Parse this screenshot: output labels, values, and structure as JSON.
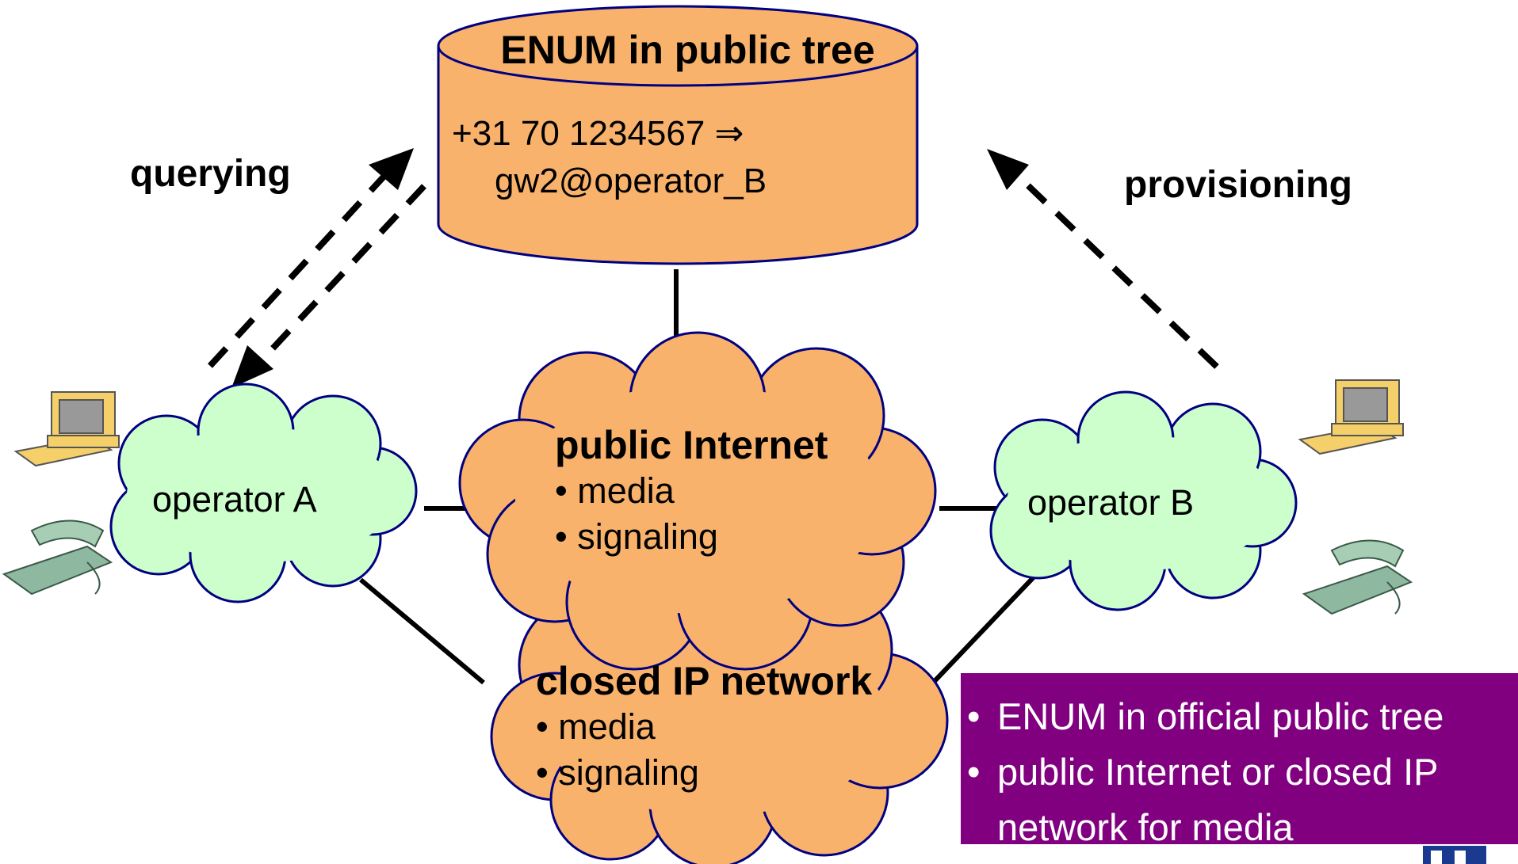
{
  "database": {
    "title": "ENUM in public tree",
    "mapping_line1": "+31 70 1234567 ⇒",
    "mapping_line2": "gw2@operator_B"
  },
  "arrows": {
    "left_label": "querying",
    "right_label": "provisioning"
  },
  "operators": {
    "a": "operator A",
    "b": "operator B"
  },
  "clouds": {
    "public_internet": {
      "title": "public Internet",
      "items": [
        "• media",
        "• signaling"
      ]
    },
    "closed_ip": {
      "title": "closed IP network",
      "items": [
        "• media",
        "• signaling"
      ]
    }
  },
  "legend": {
    "items": [
      "ENUM in official public tree",
      "public Internet or closed IP",
      "network for media"
    ]
  },
  "colors": {
    "orange_fill": "#F9B26B",
    "green_fill": "#CCFFCC",
    "outline": "#000080",
    "legend_bg": "#800080",
    "logo": "#1a3a8f"
  },
  "icons": [
    "computer-icon",
    "telephone-icon",
    "logo-icon"
  ]
}
